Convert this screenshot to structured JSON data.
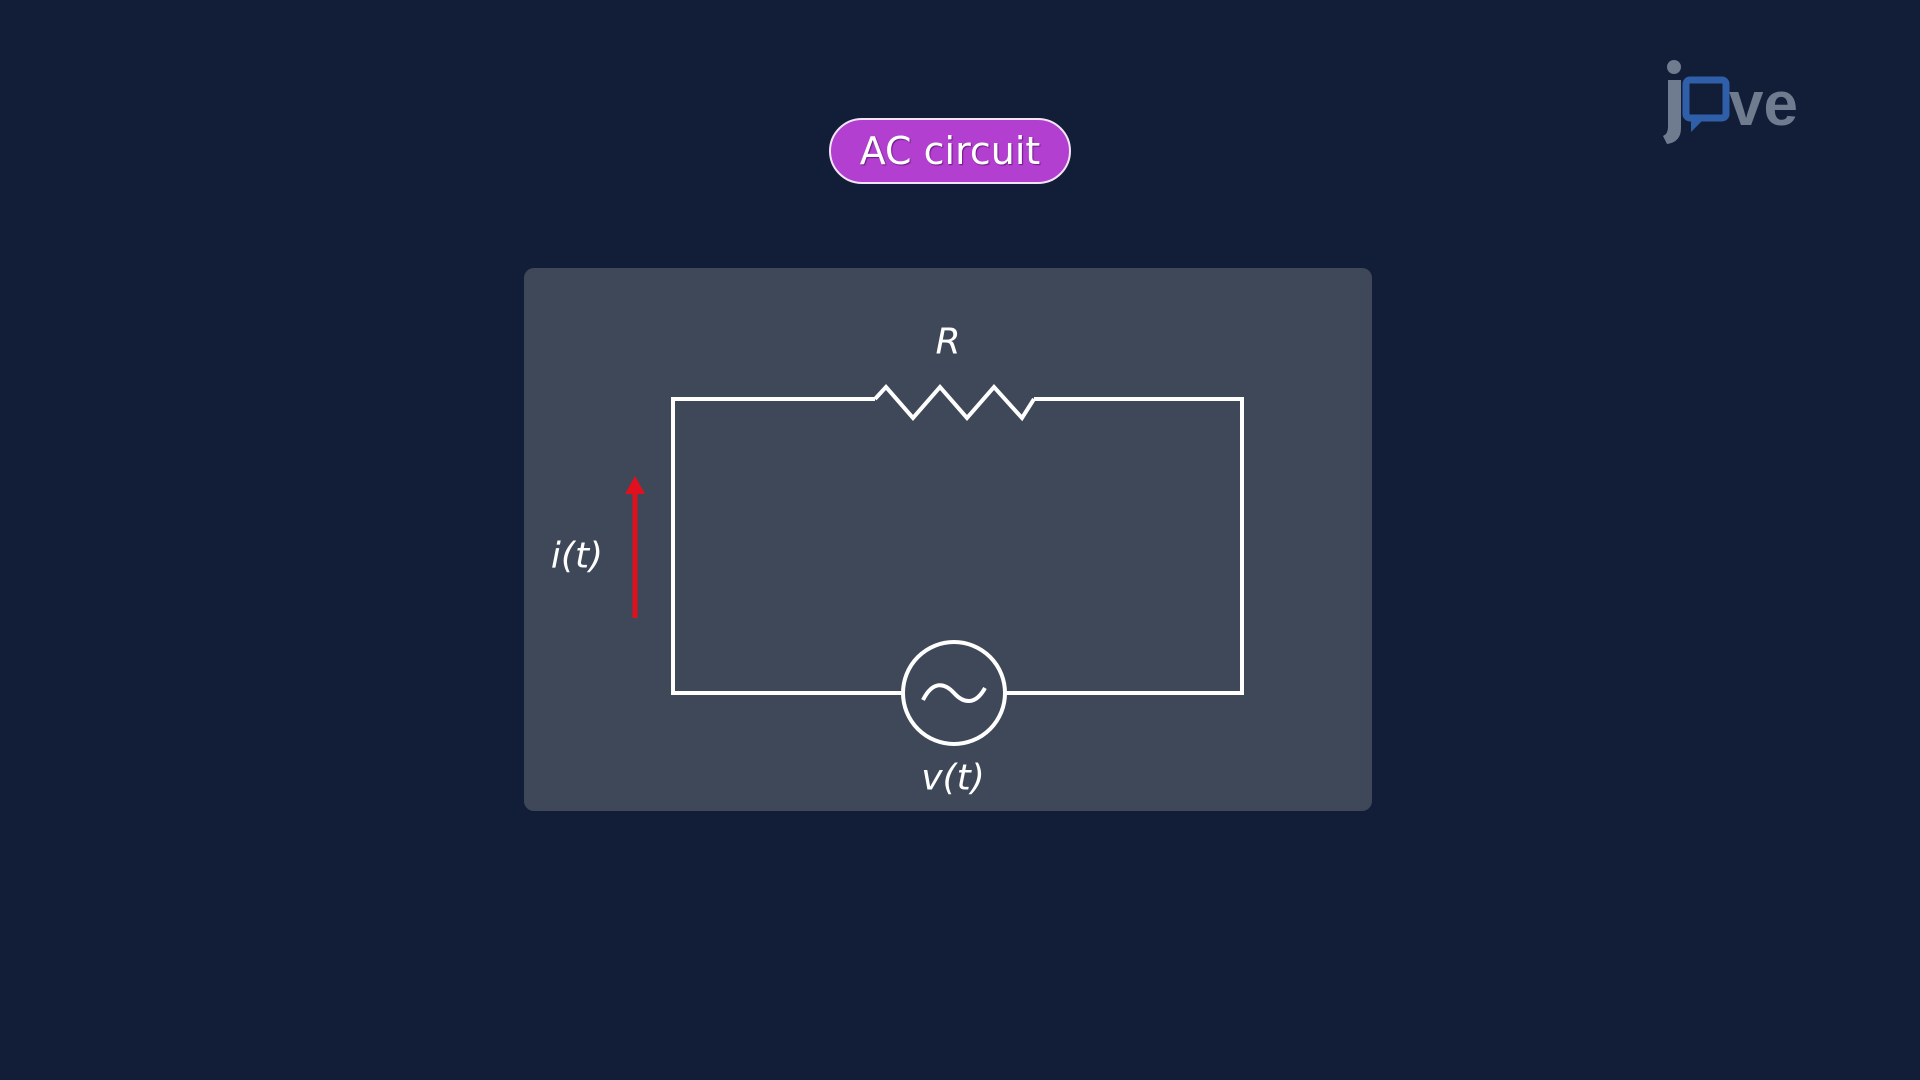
{
  "title_badge": {
    "label": "AC circuit",
    "color": "#b23fcf"
  },
  "logo": {
    "text_j": "j",
    "text_ve": "ve",
    "icon": "speech-bubble-icon",
    "color": "#6f7b8f",
    "accent": "#2f5fa8"
  },
  "diagram": {
    "type": "series RC-style AC circuit",
    "resistor_label": "R",
    "current_label": "i(t)",
    "source_label": "v(t)",
    "current_arrow_color": "#e0101e",
    "wire_color": "#ffffff",
    "panel_color": "#3e4859",
    "background_color": "#121e38"
  }
}
